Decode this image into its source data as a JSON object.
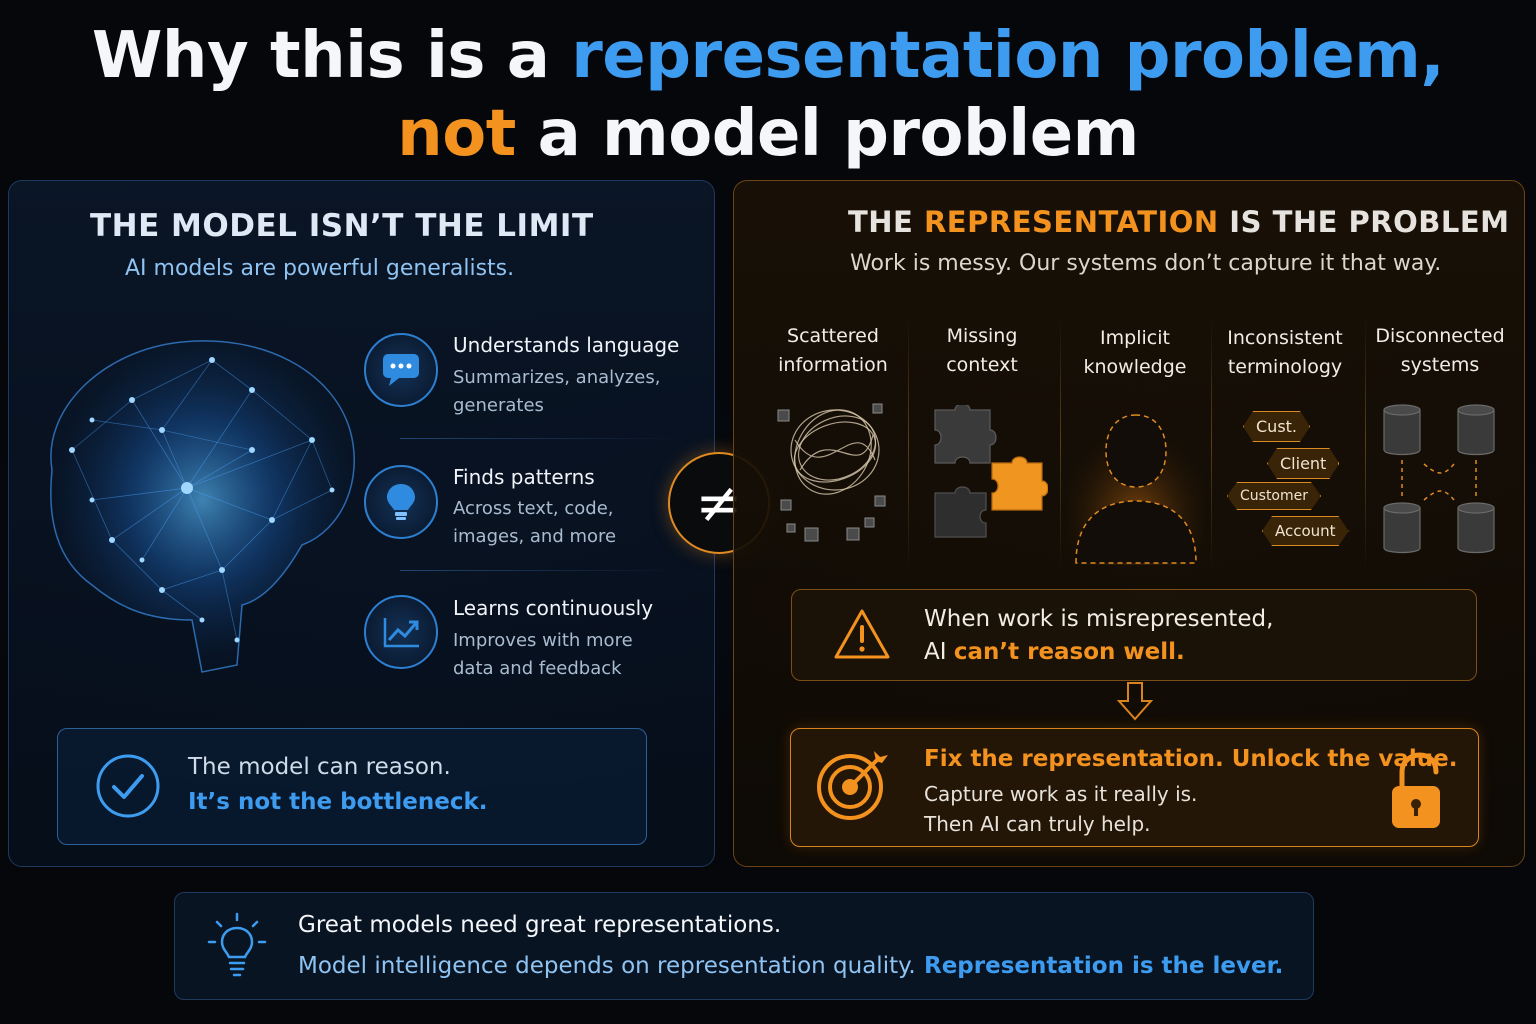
{
  "title": {
    "line1_white": "Why this is a ",
    "line1_blue": "representation problem,",
    "line2_orange": "not",
    "line2_white": " a model problem"
  },
  "left": {
    "heading": "THE MODEL ISN’T THE LIMIT",
    "subheading": "AI models are powerful generalists.",
    "features": [
      {
        "icon": "chat-bubble-icon",
        "title": "Understands language",
        "desc1": "Summarizes, analyzes,",
        "desc2": "generates"
      },
      {
        "icon": "lightbulb-icon",
        "title": "Finds patterns",
        "desc1": "Across text, code,",
        "desc2": "images, and more"
      },
      {
        "icon": "trend-up-icon",
        "title": "Learns continuously",
        "desc1": "Improves with more",
        "desc2": "data and feedback"
      }
    ],
    "callout_line1": "The model can reason.",
    "callout_line2": "It’s not the bottleneck."
  },
  "neq_symbol": "≠",
  "right": {
    "heading_pre": "THE ",
    "heading_accent": "REPRESENTATION",
    "heading_post": " IS THE PROBLEM",
    "subheading": "Work is messy. Our systems don’t capture it that way.",
    "columns": [
      {
        "line1": "Scattered",
        "line2": "information",
        "icon": "tangled-lines-icon"
      },
      {
        "line1": "Missing",
        "line2": "context",
        "icon": "puzzle-pieces-icon"
      },
      {
        "line1": "Implicit",
        "line2": "knowledge",
        "icon": "person-silhouette-icon"
      },
      {
        "line1": "Inconsistent",
        "line2": "terminology",
        "icon": "term-tags-icon"
      },
      {
        "line1": "Disconnected",
        "line2": "systems",
        "icon": "databases-icon"
      }
    ],
    "terms": [
      "Cust.",
      "Client",
      "Customer",
      "Account"
    ],
    "warning_line1": "When work is misrepresented,",
    "warning_line2_pre": "AI ",
    "warning_line2_accent": "can’t reason well.",
    "fix_title": "Fix the representation. Unlock the value.",
    "fix_line1": "Capture work as it really is.",
    "fix_line2": "Then AI can truly help."
  },
  "bottom": {
    "line1": "Great models need great representations.",
    "line2": "Model intelligence depends on representation quality.",
    "line2_accent": "Representation is the lever."
  },
  "colors": {
    "blue": "#3d9cf0",
    "orange": "#f3921f",
    "background": "#05070b"
  }
}
